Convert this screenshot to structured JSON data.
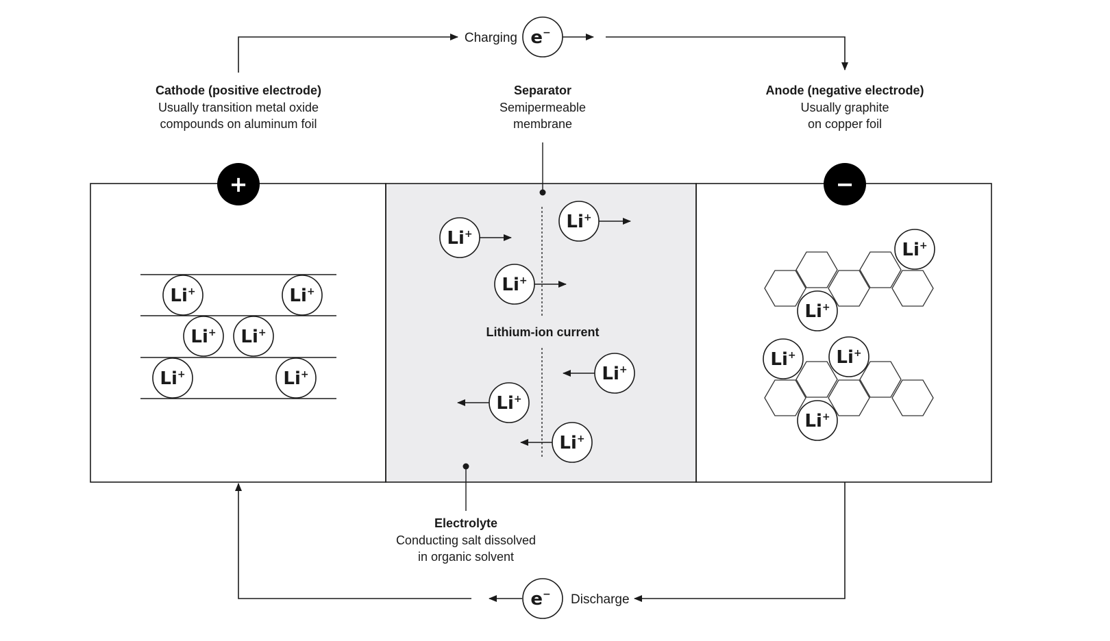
{
  "charging": {
    "label": "Charging",
    "electron": "e",
    "electron_sup": "−"
  },
  "discharge": {
    "label": "Discharge",
    "electron": "e",
    "electron_sup": "−"
  },
  "cathode": {
    "title": "Cathode (positive electrode)",
    "line1": "Usually transition metal oxide",
    "line2": "compounds on aluminum foil",
    "terminal": "+"
  },
  "separator": {
    "title": "Separator",
    "line1": "Semipermeable",
    "line2": "membrane"
  },
  "anode": {
    "title": "Anode (negative electrode)",
    "line1": "Usually graphite",
    "line2": "on copper foil",
    "terminal": "−"
  },
  "electrolyte": {
    "title": "Electrolyte",
    "line1": "Conducting salt dissolved",
    "line2": "in organic solvent"
  },
  "current_label": "Lithium-ion current",
  "ion": {
    "symbol": "Li",
    "charge": "+"
  },
  "colors": {
    "ink": "#1a1a1a",
    "electrolyte_fill": "#ececee",
    "terminal_fill": "#000000"
  }
}
